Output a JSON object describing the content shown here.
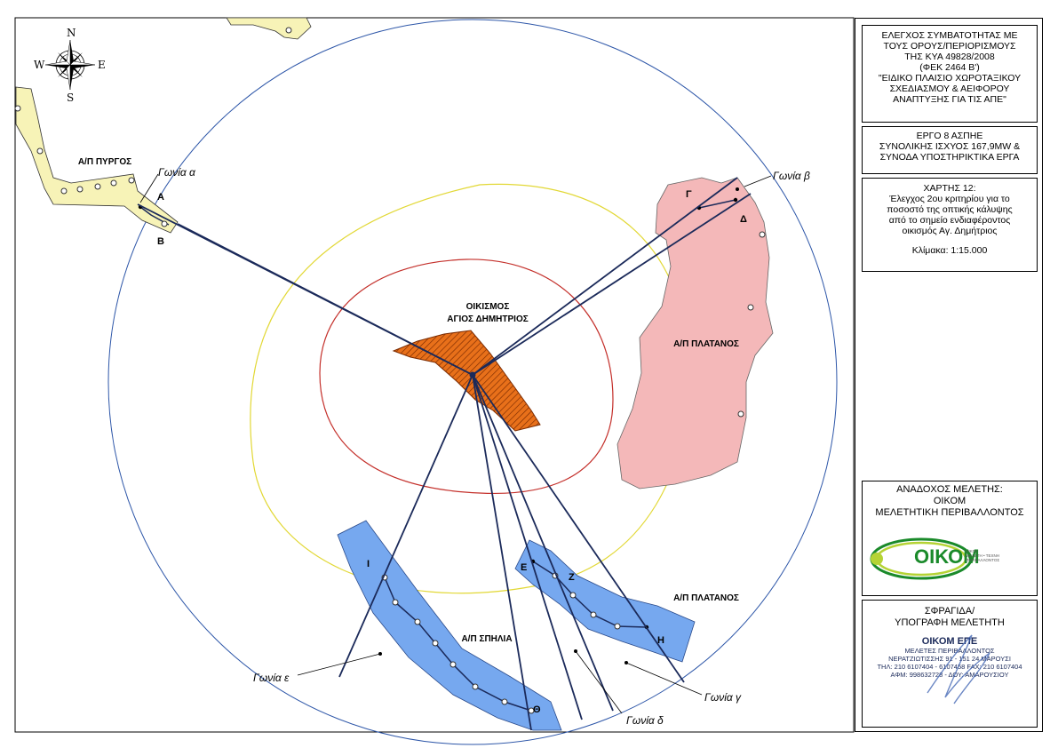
{
  "colors": {
    "park_yellow": "#f7f3b7",
    "park_pink": "#f4b8b9",
    "park_blue": "#76a8ef",
    "settlement_orange": "#e8701a",
    "sight_lines": "#1b2a5a",
    "outer_circle": "#2d56a8",
    "zone_yellow": "#e2d836",
    "zone_red": "#c4302b",
    "logo_green": "#1a8a2a"
  },
  "compass": {
    "n": "N",
    "s": "S",
    "e": "E",
    "w": "W"
  },
  "map": {
    "settlement": {
      "line1": "ΟΙΚΙΣΜΟΣ",
      "line2": "ΑΓΙΟΣ ΔΗΜΗΤΡΙΟΣ"
    },
    "parks": {
      "pyrgos": "Α/Π ΠΥΡΓΟΣ",
      "platanos_east": "Α/Π ΠΛΑΤΑΝΟΣ",
      "platanos_south": "Α/Π ΠΛΑΤΑΝΟΣ",
      "spilia": "Α/Π ΣΠΗΛΙΑ"
    },
    "points": {
      "a": "Α",
      "b": "Β",
      "g": "Γ",
      "d": "Δ",
      "e": "Ε",
      "z": "Ζ",
      "h": "Η",
      "th": "Θ",
      "i": "Ι"
    },
    "angles": {
      "alpha": "Γωνία α",
      "beta": "Γωνία β",
      "gamma": "Γωνία γ",
      "delta": "Γωνία δ",
      "epsilon": "Γωνία ε"
    }
  },
  "panel": {
    "compliance": [
      "ΕΛΕΓΧΟΣ ΣΥΜΒΑΤΟΤΗΤΑΣ ΜΕ",
      "ΤΟΥΣ ΟΡΟΥΣ/ΠΕΡΙΟΡΙΣΜΟΥΣ",
      "ΤΗΣ ΚΥΑ 49828/2008",
      "(ΦΕΚ 2464 Β')",
      "\"ΕΙΔΙΚΟ ΠΛΑΙΣΙΟ ΧΩΡΟΤΑΞΙΚΟΥ",
      "ΣΧΕΔΙΑΣΜΟΥ & ΑΕΙΦΟΡΟΥ",
      "ΑΝΑΠΤΥΞΗΣ ΓΙΑ ΤΙΣ ΑΠΕ\""
    ],
    "project": [
      "ΕΡΓΟ 8 ΑΣΠΗΕ",
      "ΣΥΝΟΛΙΚΗΣ ΙΣΧΥΟΣ 167,9MW &",
      "ΣΥΝΟΔΑ ΥΠΟΣΤΗΡΙΚΤΙΚΑ ΕΡΓΑ"
    ],
    "map_info": [
      "ΧΑΡΤΗΣ 12:",
      "Έλεγχος 2ου κριτηρίου για το",
      "ποσοστό της οπτικής κάλυψης",
      "από το σημείο ενδιαφέροντος",
      "οικισμός Αγ. Δημήτριος"
    ],
    "scale": "Κλίμακα: 1:15.000",
    "contractor": [
      "ΑΝΑΔΟΧΟΣ ΜΕΛΕΤΗΣ:",
      "ΟΙΚΟΜ",
      "ΜΕΛΕΤΗΤΙΚΗ ΠΕΡΙΒΑΛΛΟΝΤΟΣ"
    ],
    "logo": {
      "text": "ΟΙΚΟΜ",
      "sub1": "ΟΙΚΟΣ",
      "sub2": "ΜΕΛΕΤΗ • ΤΕΧΝΗ",
      "sub3": "ΠΕΡΙΒΑΛΛΟΝΤΟΣ"
    },
    "stamp_header": [
      "ΣΦΡΑΓΙΔΑ/",
      "ΥΠΟΓΡΑΦΗ ΜΕΛΕΤΗΤΗ"
    ],
    "stamp": {
      "company": "ΟΙΚΟΜ ΕΠΕ",
      "lines": [
        "ΜΕΛΕΤΕΣ ΠΕΡΙΒΑΛΛΟΝΤΟΣ",
        "ΝΕΡΑΤΖΙΩΤΙΣΣΗΣ 91 - 151 24 ΜΑΡΟΥΣΙ",
        "ΤΗΛ: 210 6107404 - 6107458 FAX: 210 6107404",
        "ΑΦΜ: 998632728 - ΔΟΥ: ΑΜΑΡΟΥΣΙΟΥ"
      ]
    }
  }
}
